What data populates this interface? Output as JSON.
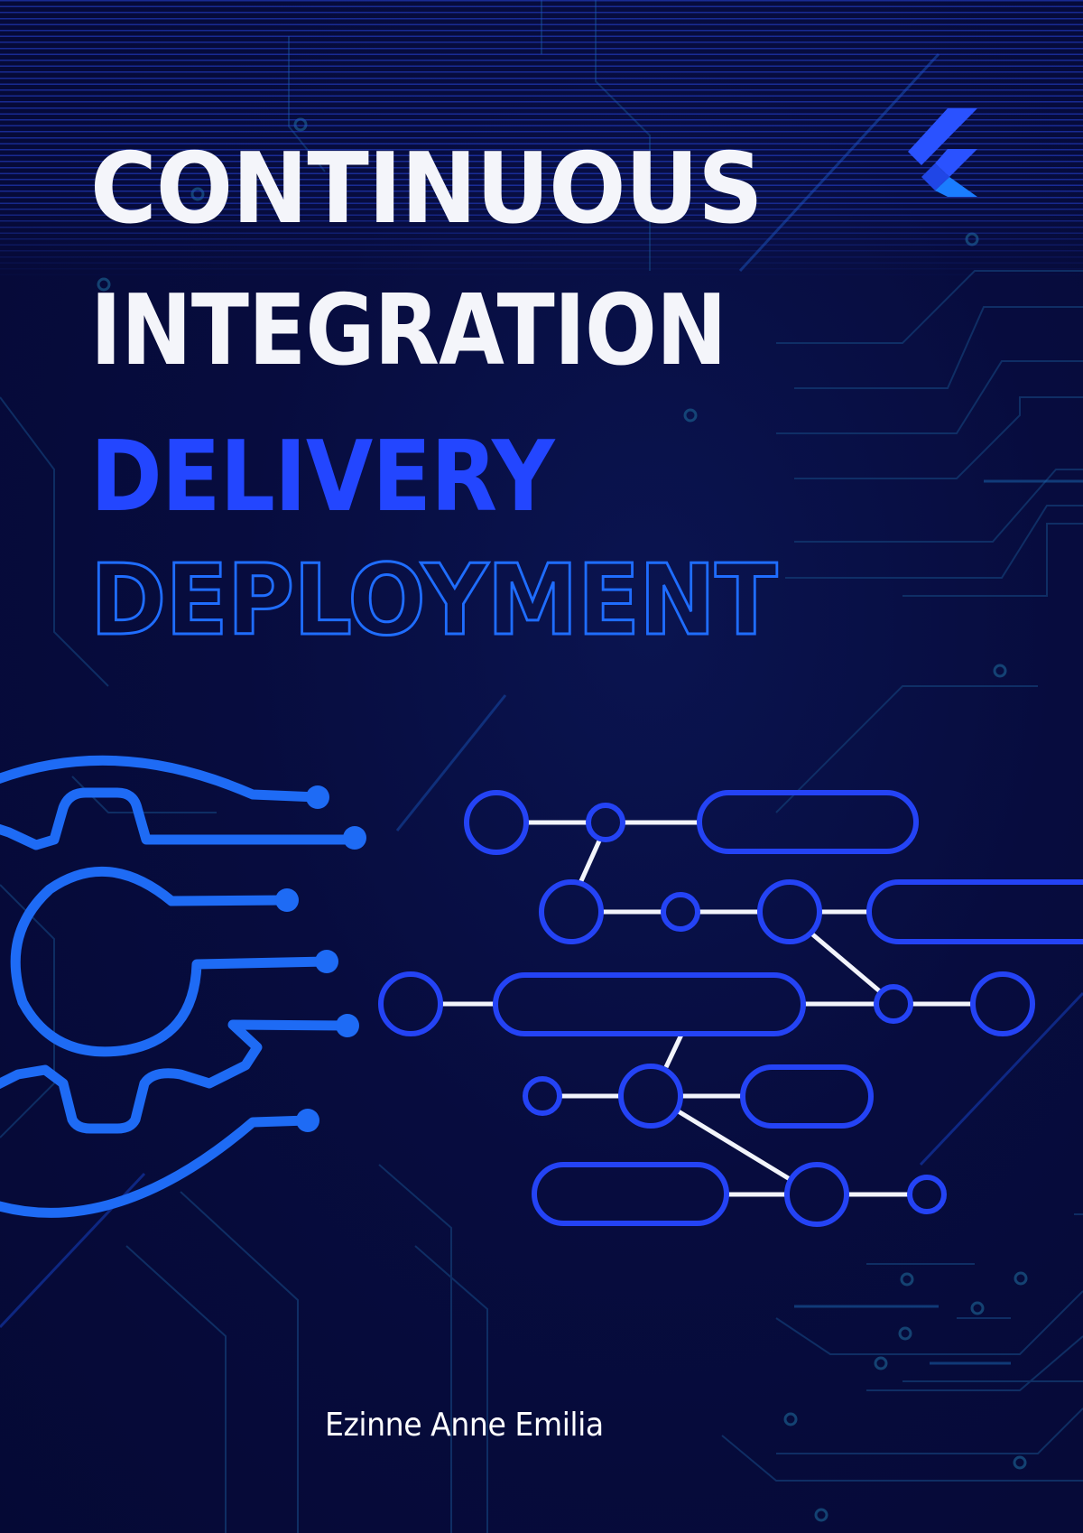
{
  "cover": {
    "title_lines": [
      "CONTINUOUS",
      "INTEGRATION",
      "DELIVERY",
      "DEPLOYMENT"
    ],
    "author": "Ezinne Anne Emilia",
    "logo": "flutter-logo-icon",
    "colors": {
      "background": "#070c3e",
      "title_white": "#f4f5fa",
      "delivery_blue": "#2346ff",
      "deployment_outline": "#1f6dff",
      "gear_blue": "#1e6bf5",
      "network_blue": "#2443f5",
      "network_lines": "#f2f4fb",
      "circuit_traces": "#14407a"
    }
  }
}
